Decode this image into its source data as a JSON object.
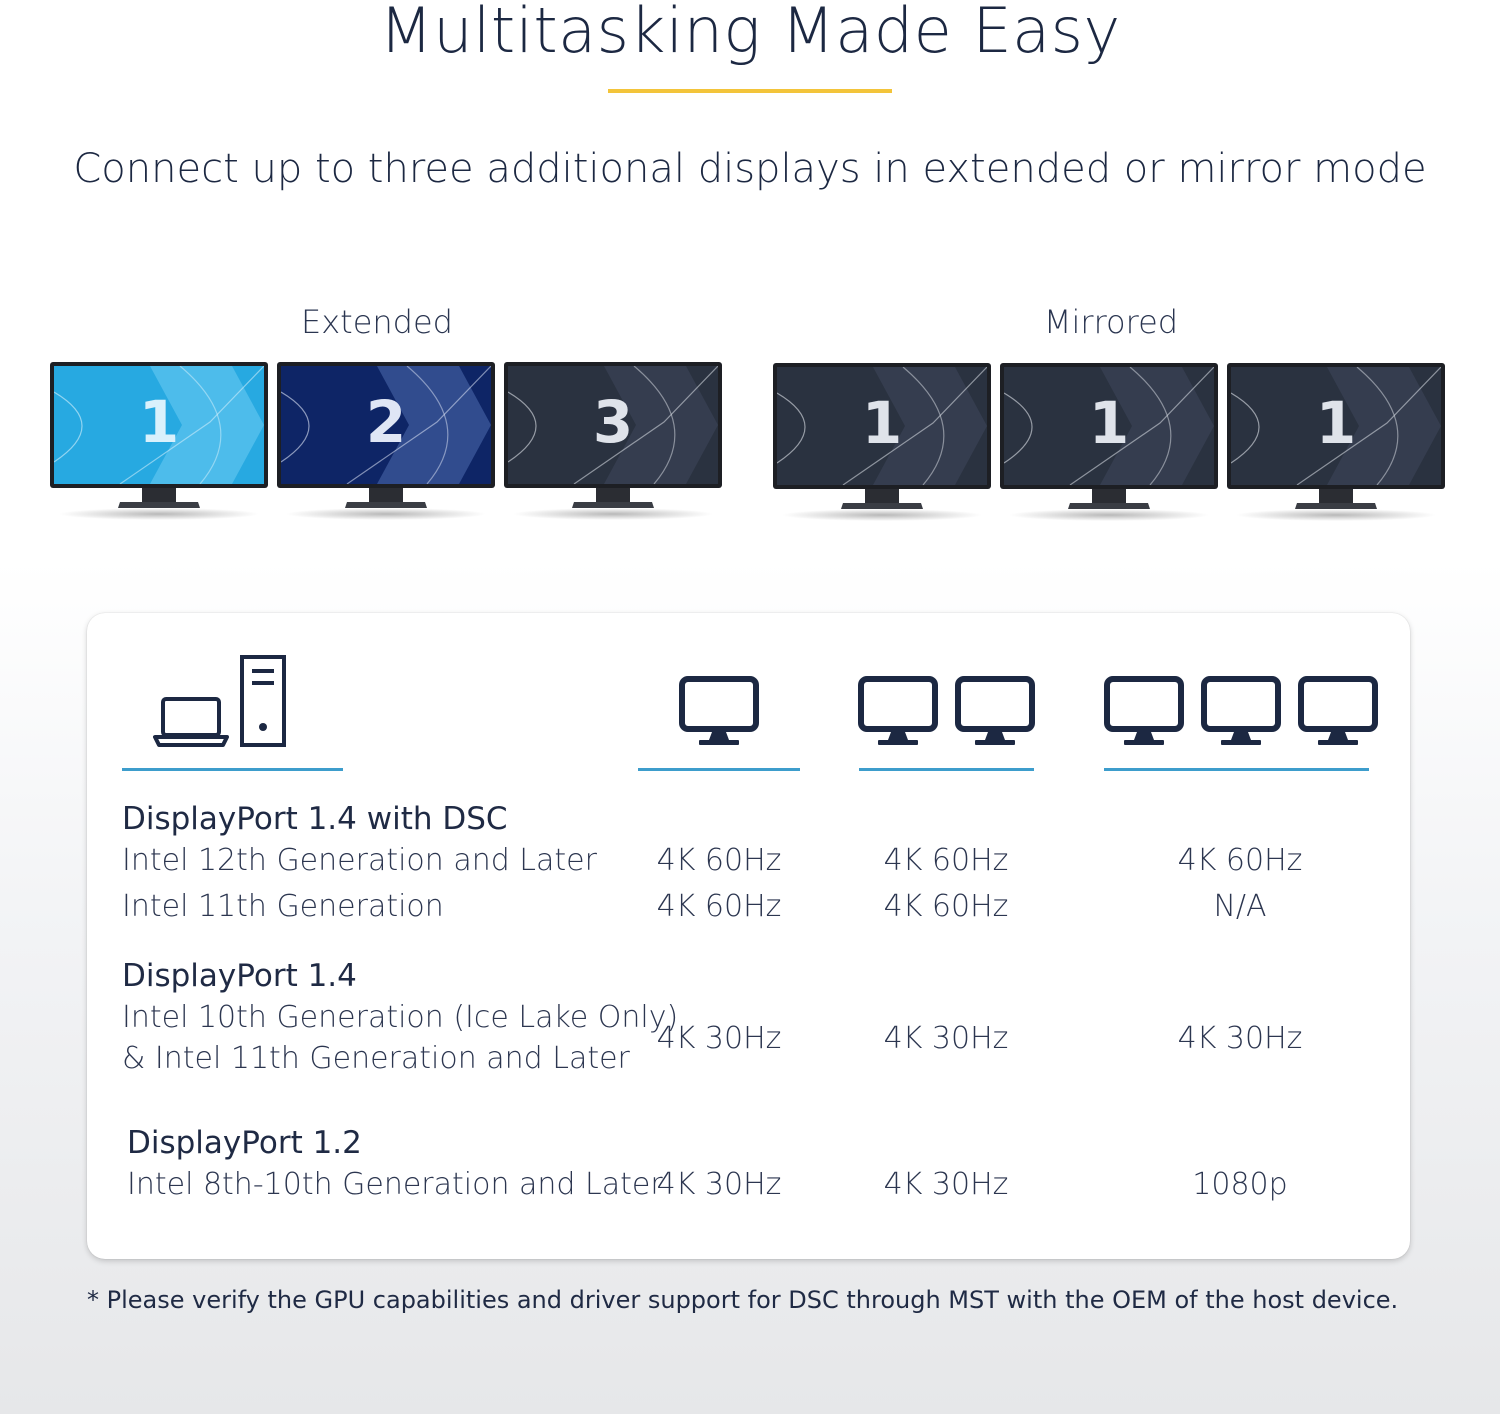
{
  "header": {
    "title": "Multitasking Made Easy",
    "subtitle": "Connect up to three additional displays in extended or mirror mode"
  },
  "modes": {
    "extended": {
      "label": "Extended",
      "screens": [
        "1",
        "2",
        "3"
      ]
    },
    "mirrored": {
      "label": "Mirrored",
      "screens": [
        "1",
        "1",
        "1"
      ]
    }
  },
  "table": {
    "groups": [
      {
        "heading": "DisplayPort 1.4 with DSC",
        "rows": [
          {
            "label": "Intel 12th Generation and Later",
            "values": [
              "4K 60Hz",
              "4K 60Hz",
              "4K 60Hz"
            ]
          },
          {
            "label": "Intel 11th Generation",
            "values": [
              "4K 60Hz",
              "4K 60Hz",
              "N/A"
            ]
          }
        ]
      },
      {
        "heading": "DisplayPort 1.4",
        "label_lines": [
          "Intel 10th Generation (Ice Lake Only)",
          "& Intel 11th Generation and Later"
        ],
        "values": [
          "4K 30Hz",
          "4K 30Hz",
          "4K 30Hz"
        ]
      },
      {
        "heading": "DisplayPort 1.2",
        "rows": [
          {
            "label": "Intel 8th-10th  Generation and Later",
            "values": [
              "4K 30Hz",
              "4K 30Hz",
              "1080p"
            ]
          }
        ]
      }
    ]
  },
  "footnote": "* Please verify the GPU capabilities and driver support for DSC through MST with the OEM of the host device.",
  "colors": {
    "accent_yellow": "#f3c43a",
    "rule_blue": "#3d9dcc",
    "icon_navy": "#1c2842",
    "screen_1_blue": "#27a9e1",
    "screen_2_navy": "#0e2566",
    "screen_3_slate": "#3a4254"
  },
  "icons": {
    "host": [
      "laptop-icon",
      "desktop-tower-icon"
    ],
    "columns": [
      "single-monitor-icon",
      "dual-monitor-icon",
      "triple-monitor-icon"
    ]
  }
}
